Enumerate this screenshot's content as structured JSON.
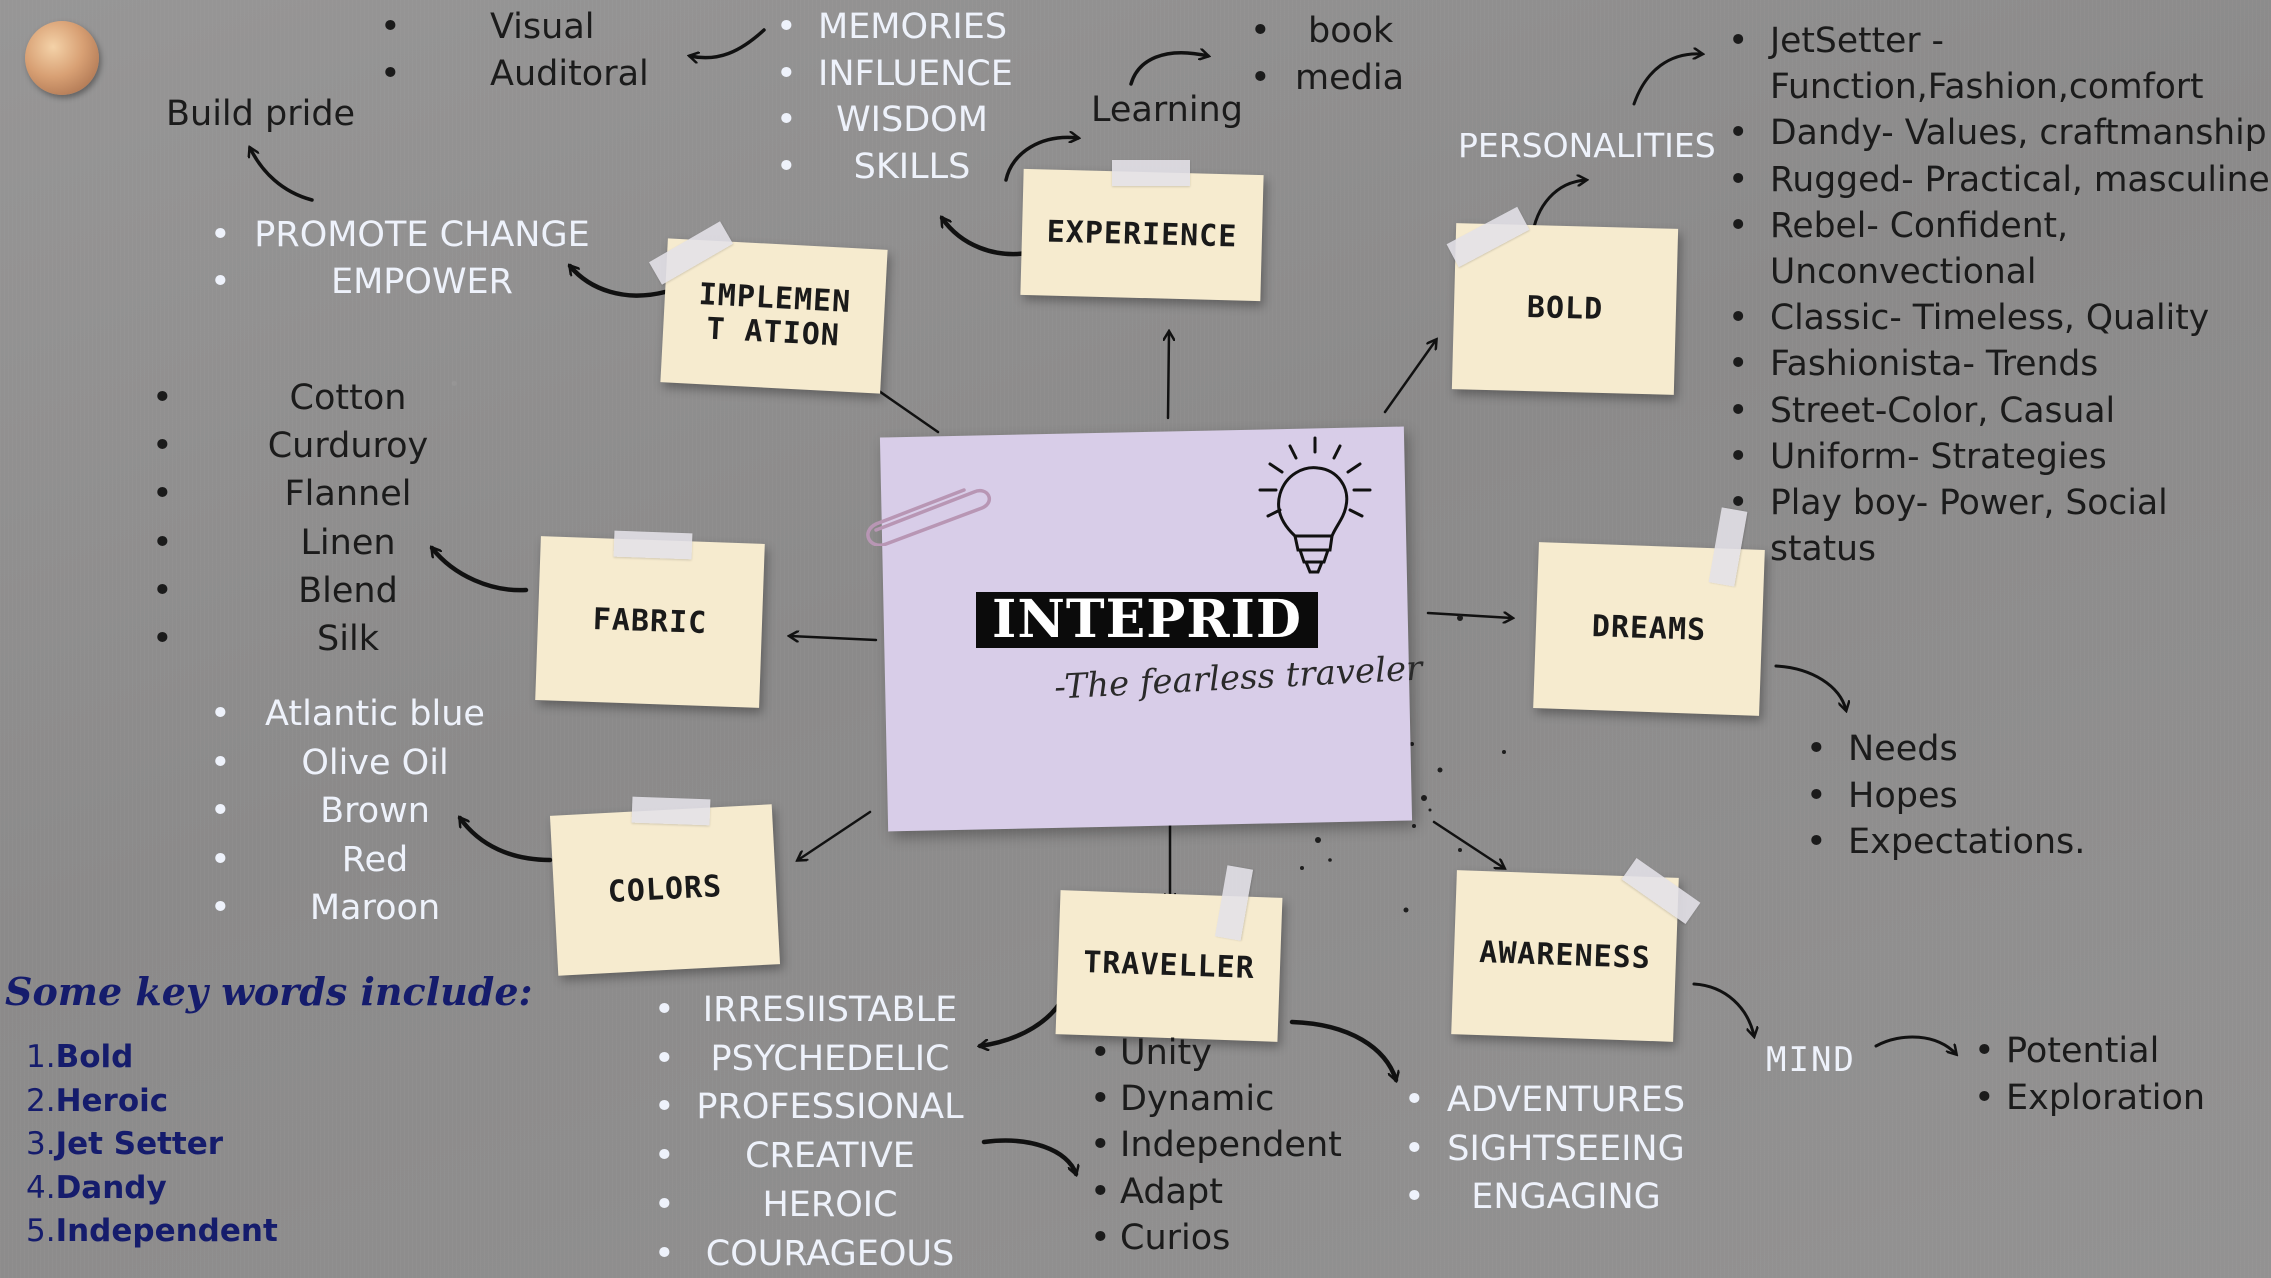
{
  "center": {
    "title": "INTEPRID",
    "tagline": "-The fearless traveler"
  },
  "nodes": {
    "experience": "EXPERIENCE",
    "implementation": "IMPLEMENT ATION",
    "bold": "BOLD",
    "fabric": "FABRIC",
    "dreams": "DREAMS",
    "colors": "COLORS",
    "traveller": "TRAVELLER",
    "awareness": "AWARENESS"
  },
  "labels": {
    "build_pride": "Build pride",
    "learning": "Learning",
    "personalities": "PERSONALITIES",
    "mind": "MIND"
  },
  "lists": {
    "senses": [
      "Visual",
      "Auditoral"
    ],
    "experience_values": [
      "MEMORIES",
      "INFLUENCE",
      "WISDOM",
      "SKILLS"
    ],
    "learning_sources": [
      "book",
      "media"
    ],
    "implementation_goals": [
      "PROMOTE CHANGE",
      "EMPOWER"
    ],
    "personalities": [
      "JetSetter -",
      "Function,Fashion,comfort",
      "Dandy- Values, craftmanship",
      "Rugged- Practical, masculine",
      "Rebel- Confident,",
      "Unconvectional",
      "Classic- Timeless, Quality",
      "Fashionista- Trends",
      "Street-Color, Casual",
      "Uniform- Strategies",
      "Play boy- Power, Social",
      "status"
    ],
    "fabrics": [
      "Cotton",
      "Curduroy",
      "Flannel",
      "Linen",
      "Blend",
      "Silk"
    ],
    "colors": [
      "Atlantic blue",
      "Olive Oil",
      "Brown",
      "Red",
      "Maroon"
    ],
    "dreams": [
      "Needs",
      "Hopes",
      "Expectations."
    ],
    "traveller_traits": [
      "IRRESIISTABLE",
      "PSYCHEDELIC",
      "PROFESSIONAL",
      "CREATIVE",
      "HEROIC",
      "COURAGEOUS"
    ],
    "traveller_qualities": [
      "Unity",
      "Dynamic",
      "Independent",
      "Adapt",
      "Curios"
    ],
    "awareness_activities": [
      "ADVENTURES",
      "SIGHTSEEING",
      "ENGAGING"
    ],
    "mind": [
      "Potential",
      "Exploration"
    ]
  },
  "key_words": {
    "heading": "Some key words include:",
    "items": [
      {
        "num": "1.",
        "word": "Bold"
      },
      {
        "num": "2.",
        "word": "Heroic"
      },
      {
        "num": "3.",
        "word": "Jet Setter"
      },
      {
        "num": "4.",
        "word": "Dandy"
      },
      {
        "num": "5.",
        "word": "Independent"
      }
    ]
  },
  "colors": {
    "background": "#8f8e8e",
    "sticky_note": "#f6ebcf",
    "center_note": "#d8cde8",
    "light_text": "#eef2fb",
    "dark_text": "#1b1b1b",
    "keyword_navy": "#151c6c"
  },
  "icons": [
    "pushpin-icon",
    "lightbulb-icon",
    "paperclip-icon"
  ]
}
